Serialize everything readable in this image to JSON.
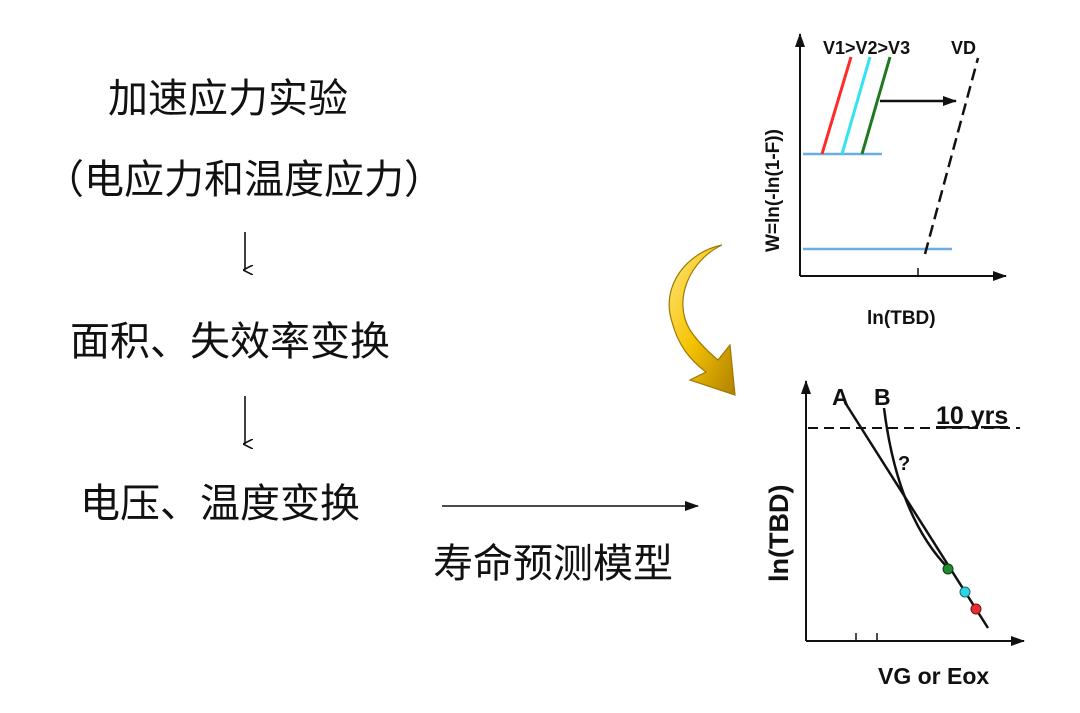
{
  "flow": {
    "step1_line1": "加速应力实验",
    "step1_line2": "（电应力和温度应力）",
    "step2": "面积、失效率变换",
    "step3": "电压、温度变换",
    "result": "寿命预测模型"
  },
  "weibull_chart": {
    "ylabel": "W=ln(-ln(1-F))",
    "xlabel": "ln(TBD)",
    "legend_voltages": "V1>V2>V3",
    "legend_vd": "VD",
    "series_colors": [
      "#ff2a2a",
      "#33e3f2",
      "#1f7a1f",
      "#111111"
    ],
    "level_line_color": "#6aaee8"
  },
  "lifetime_chart": {
    "ylabel": "ln(TBD)",
    "xlabel": "VG or Eox",
    "model_a": "A",
    "model_b": "B",
    "target": "10 yrs",
    "question": "?",
    "point_colors": [
      "#1f8a2f",
      "#33d3e6",
      "#e63030"
    ]
  },
  "curved_arrow_color": "#f4c300"
}
